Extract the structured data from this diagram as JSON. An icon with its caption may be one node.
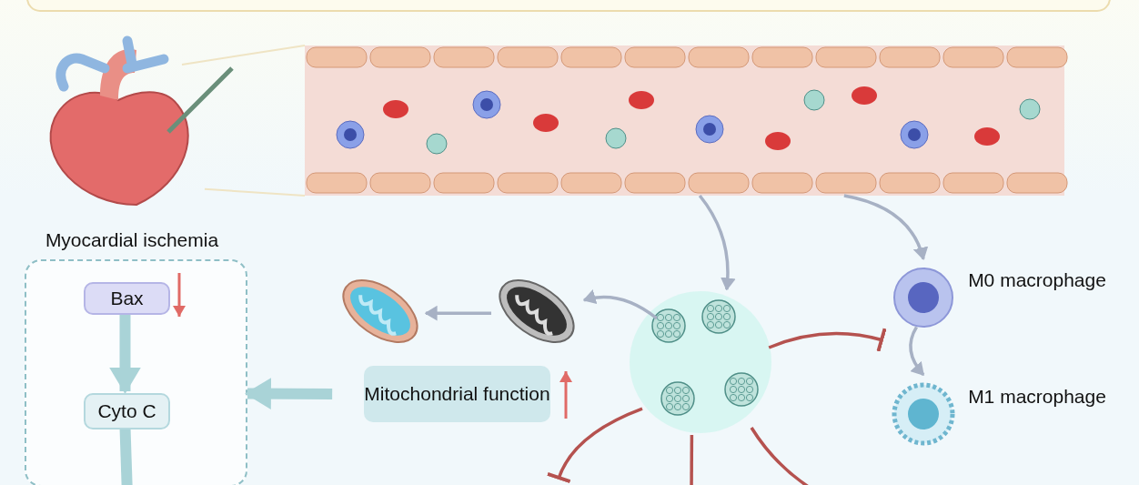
{
  "diagram": {
    "nodes": [
      {
        "text": [
          "Myocardial ischemia"
        ]
      },
      {
        "text": [],
        "shape": "picture"
      },
      {
        "text": [],
        "shape": "picture"
      },
      {
        "text": [
          "M0 macrophage"
        ]
      },
      {
        "text": [
          "M1 macrophage"
        ]
      },
      {
        "text": [],
        "shape": "picture"
      },
      {
        "text": [],
        "shape": "picture"
      },
      {
        "text": [
          "Mitochondrial function"
        ]
      },
      {
        "text": [],
        "shape": "box"
      },
      {
        "text": [
          "Bax"
        ],
        "in": 8
      },
      {
        "text": [
          "Cyto C"
        ],
        "in": 8
      }
    ],
    "edges": [
      {
        "from": 1,
        "to": 2,
        "arrow": "to"
      },
      {
        "from": 1,
        "to": 3,
        "arrow": "to"
      },
      {
        "from": 3,
        "to": 4,
        "arrow": "to"
      },
      {
        "from": 2,
        "to": 3,
        "arrow": "other",
        "color": "#b5524f"
      },
      {
        "from": 2,
        "to": 5,
        "arrow": "to"
      },
      {
        "from": 5,
        "to": 6,
        "arrow": "to"
      },
      {
        "from": 7,
        "to": 8,
        "arrow": "to",
        "style": "thick",
        "color": "#a9d3d7"
      },
      {
        "from": 9,
        "to": 10,
        "arrow": "to",
        "style": "thick",
        "color": "#a9d3d7"
      },
      {
        "from": 10,
        "to": null,
        "arrow": "none",
        "style": "thick",
        "color": "#a9d3d7"
      },
      {
        "from": 2,
        "to": null,
        "arrow": "other",
        "color": "#b5524f"
      },
      {
        "from": 2,
        "to": null,
        "arrow": "none",
        "color": "#b5524f"
      },
      {
        "from": 2,
        "to": null,
        "arrow": "none",
        "color": "#b5524f"
      },
      {
        "from": 0,
        "to": 1,
        "arrow": "none",
        "color": "#efe4c4"
      }
    ]
  }
}
